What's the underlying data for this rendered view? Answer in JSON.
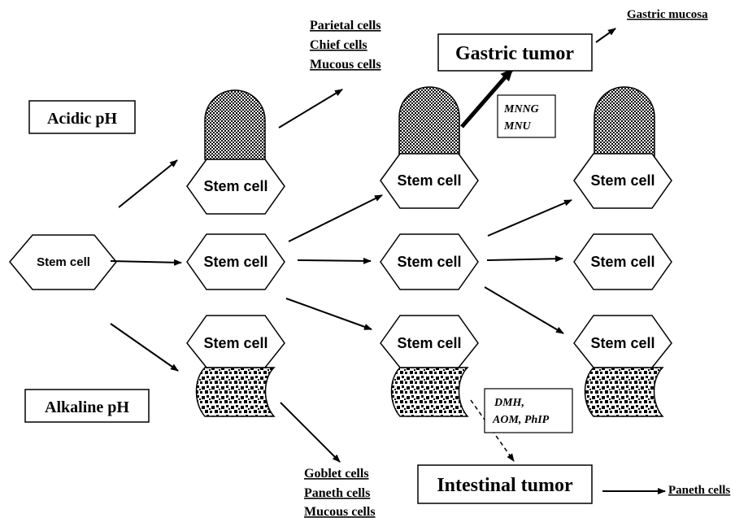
{
  "conditions": {
    "acidic": "Acidic pH",
    "alkaline": "Alkaline pH"
  },
  "stem_cell_label": "Stem cell",
  "gastric_lineage": [
    "Parietal cells",
    "Chief cells",
    "Mucous cells"
  ],
  "intestinal_lineage": [
    "Goblet cells",
    "Paneth cells",
    "Mucous cells"
  ],
  "tumors": {
    "gastric": "Gastric tumor",
    "intestinal": "Intestinal tumor",
    "gastric_outcome": "Gastric mucosa",
    "intestinal_outcome": "Paneth cells"
  },
  "carcinogens": {
    "gastric": [
      "MNNG",
      "MNU"
    ],
    "intestinal": [
      "DMH,",
      "AOM, PhIP"
    ]
  },
  "colors": {
    "stroke": "#000000",
    "fill": "#ffffff"
  }
}
